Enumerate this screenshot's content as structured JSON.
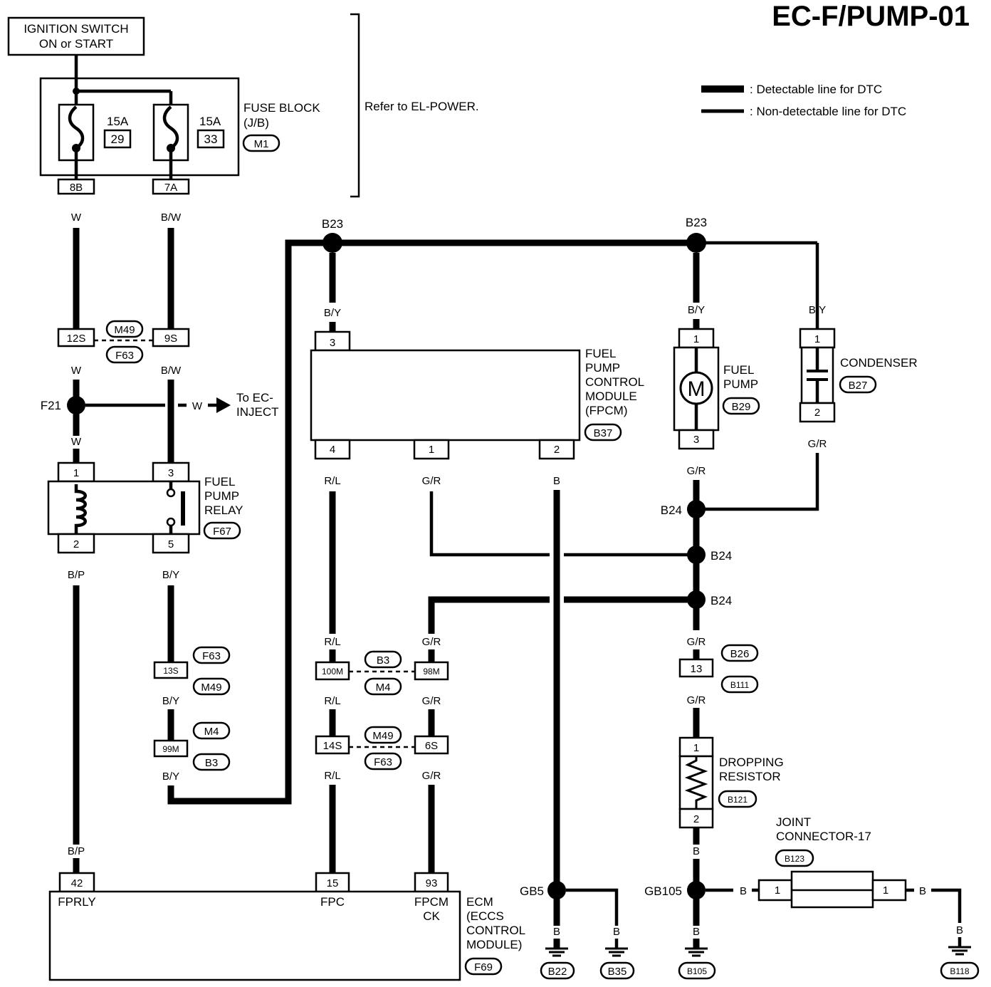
{
  "title": "EC-F/PUMP-01",
  "legend": {
    "detectable": ": Detectable line for DTC",
    "non_detectable": ": Non-detectable line for DTC"
  },
  "ignition": {
    "line1": "IGNITION SWITCH",
    "line2": "ON or START"
  },
  "fuse_block": {
    "label1": "FUSE BLOCK",
    "label2": "(J/B)",
    "connector": "M1",
    "fuse_a_amp": "15A",
    "fuse_a_no": "29",
    "fuse_b_amp": "15A",
    "fuse_b_no": "33",
    "term_a": "8B",
    "term_b": "7A",
    "refer": "Refer to EL-POWER."
  },
  "wires": {
    "w": "W",
    "bw": "B/W",
    "by": "B/Y",
    "bp": "B/P",
    "rl": "R/L",
    "gr": "G/R",
    "b": "B"
  },
  "connectors": {
    "c12s": "12S",
    "c9s": "9S",
    "m49": "M49",
    "f63": "F63",
    "c13s": "13S",
    "c99m": "99M",
    "m4": "M4",
    "b3": "B3",
    "c100m": "100M",
    "c98m": "98M",
    "c14s": "14S",
    "c6s": "6S",
    "c13": "13",
    "b26": "B26",
    "b111": "B111"
  },
  "junctions": {
    "f21": "F21",
    "b23": "B23",
    "b24": "B24",
    "gb5": "GB5",
    "gb105": "GB105"
  },
  "to_ec": {
    "line1": "To EC-",
    "line2": "INJECT"
  },
  "relay": {
    "line1": "FUEL",
    "line2": "PUMP",
    "line3": "RELAY",
    "connector": "F67",
    "t1": "1",
    "t2": "2",
    "t3": "3",
    "t5": "5"
  },
  "fpcm": {
    "line1": "FUEL",
    "line2": "PUMP",
    "line3": "CONTROL",
    "line4": "MODULE",
    "line5": "(FPCM)",
    "connector": "B37",
    "t3": "3",
    "t4": "4",
    "t1": "1",
    "t2": "2"
  },
  "fuel_pump": {
    "line1": "FUEL",
    "line2": "PUMP",
    "connector": "B29",
    "motor": "M",
    "t1": "1",
    "t3": "3"
  },
  "condenser": {
    "label": "CONDENSER",
    "connector": "B27",
    "t1": "1",
    "t2": "2"
  },
  "resistor": {
    "line1": "DROPPING",
    "line2": "RESISTOR",
    "connector": "B121",
    "t1": "1",
    "t2": "2"
  },
  "joint": {
    "line1": "JOINT",
    "line2": "CONNECTOR-17",
    "connector": "B123",
    "t1": "1"
  },
  "ecm": {
    "line1": "ECM",
    "line2": "(ECCS",
    "line3": "CONTROL",
    "line4": "MODULE)",
    "connector": "F69",
    "t42": "42",
    "t15": "15",
    "t93": "93",
    "fprly": "FPRLY",
    "fpc": "FPC",
    "fpcm_ck1": "FPCM",
    "fpcm_ck2": "CK"
  },
  "grounds": {
    "b22": "B22",
    "b35": "B35",
    "b105": "B105",
    "b118": "B118"
  }
}
